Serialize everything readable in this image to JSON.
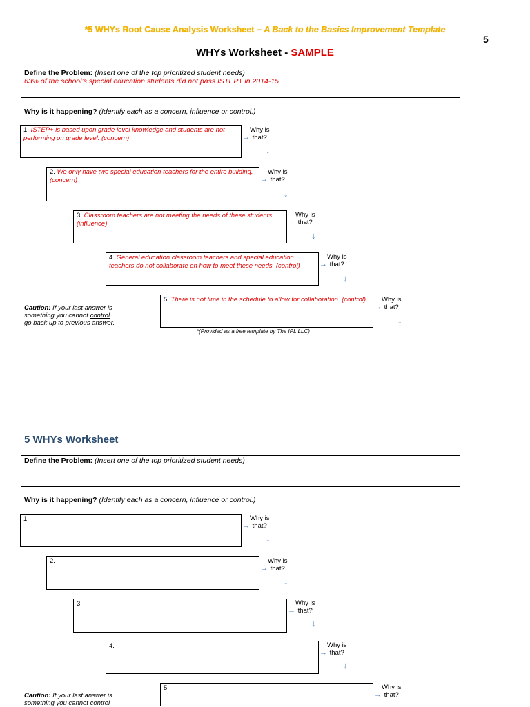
{
  "header": {
    "text_plain": "*5 WHYs Root Cause Analysis Worksheet – ",
    "text_italic": "A Back to the Basics Improvement Template"
  },
  "page_number": "5",
  "sample": {
    "title_prefix": "WHYs Worksheet - ",
    "title_highlight": "SAMPLE",
    "problem": {
      "label": "Define the Problem:",
      "hint": "(Insert one of the top prioritized student needs)",
      "answer": "63% of the school’s special education students did not pass ISTEP+ in 2014-15"
    },
    "why_prompt_bold": "Why is it happening?",
    "why_prompt_hint": "(Identify each as a concern, influence or control.)",
    "whys": [
      {
        "num": "1.",
        "text": "ISTEP+ is based upon grade level knowledge and students are not performing on grade level. (concern)"
      },
      {
        "num": "2.",
        "text": "We only have two special education teachers for the entire building. (concern)"
      },
      {
        "num": "3.",
        "text": "Classroom teachers are not meeting the needs of these students. (influence)"
      },
      {
        "num": "4.",
        "text": "General education classroom teachers and special education teachers do not collaborate on how to meet these needs. (control)"
      },
      {
        "num": "5.",
        "text": "There is not time in the schedule to allow for collaboration. (control)"
      }
    ],
    "why_link_line1": "Why is",
    "why_link_line2": "that?",
    "caution": {
      "label": "Caution:",
      "line1": " If your last answer is",
      "line2_pre": "something you cannot ",
      "line2_underline": "control",
      "line3": "go back up to previous answer."
    },
    "footnote": "*(Provided as a free template by The IPL LLC)"
  },
  "blank": {
    "title": "5 WHYs Worksheet",
    "problem_label": "Define the Problem:",
    "problem_hint": "(Insert one of the top prioritized student needs)",
    "why_prompt_bold": "Why is it happening?",
    "why_prompt_hint": "(Identify each as a concern, influence or control.)",
    "nums": [
      "1.",
      "2.",
      "3.",
      "4.",
      "5."
    ],
    "caution": {
      "label": "Caution:",
      "line1": " If your last answer is",
      "line2_pre": "something you cannot ",
      "line2_underline": "control"
    }
  }
}
